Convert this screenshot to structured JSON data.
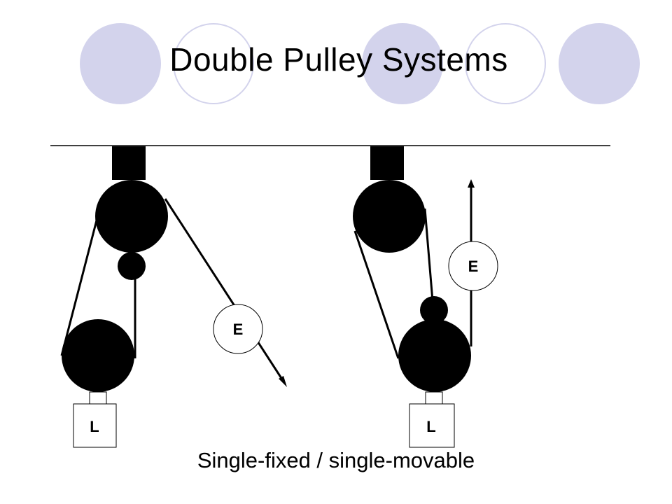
{
  "slide": {
    "title": "Double Pulley Systems",
    "caption": "Single-fixed / single-movable"
  },
  "left_system": {
    "effort_label": "E",
    "load_label": "L"
  },
  "right_system": {
    "effort_label": "E",
    "load_label": "L"
  },
  "colors": {
    "decor_fill": "#d3d3ec",
    "decor_stroke": "#d3d3ec",
    "ink": "#000000"
  }
}
